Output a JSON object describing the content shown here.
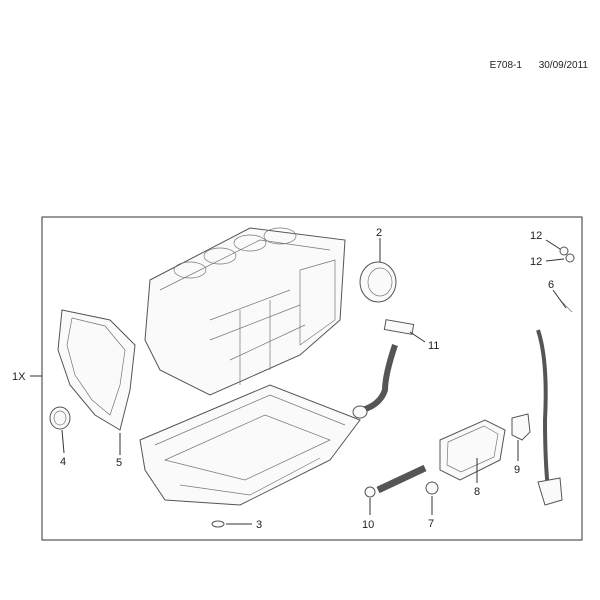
{
  "header": {
    "diagram_id": "E708-1",
    "date": "30/09/2011"
  },
  "callouts": {
    "c1x": "1X",
    "c2": "2",
    "c3": "3",
    "c4": "4",
    "c5": "5",
    "c6": "6",
    "c7": "7",
    "c8": "8",
    "c9": "9",
    "c10": "10",
    "c11": "11",
    "c12a": "12",
    "c12b": "12"
  }
}
